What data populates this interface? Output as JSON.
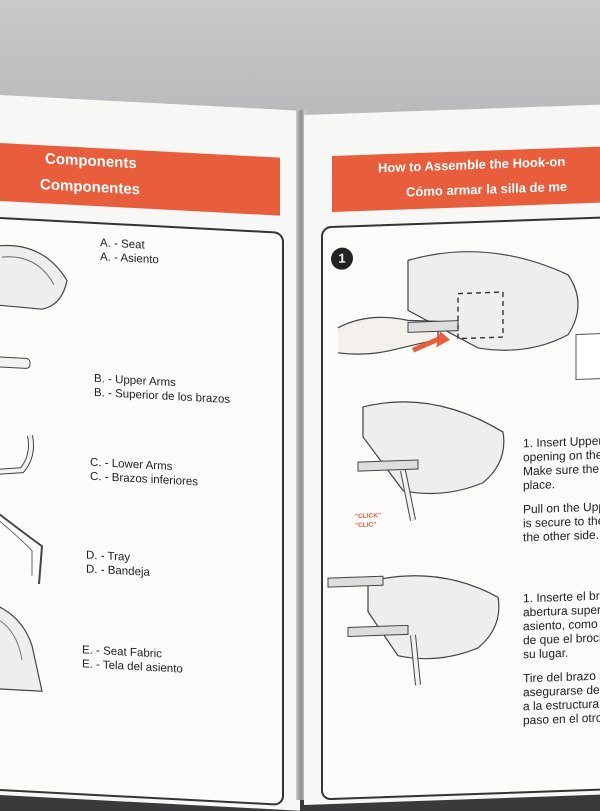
{
  "components": {
    "title_en": "Components",
    "title_es": "Componentes",
    "items": [
      {
        "en": "A. - Seat",
        "es": "A. - Asiento"
      },
      {
        "en": "B. - Upper Arms",
        "es": "B. - Superior de los brazos"
      },
      {
        "en": "C. - Lower Arms",
        "es": "C. - Brazos inferiores"
      },
      {
        "en": "D. - Tray",
        "es": "D. - Bandeja"
      },
      {
        "en": "E. - Seat Fabric",
        "es": "E. - Tela del asiento"
      }
    ]
  },
  "assembly": {
    "title_en": "How to Assemble the Hook-on",
    "title_es": "Cómo armar la silla de me",
    "step_number": "1",
    "click_en": "\"CLICK\"",
    "click_es": "\"CLIC\"",
    "instructions_en": [
      "1. Insert Upper",
      "opening on the",
      "Make sure the",
      "place.",
      "",
      "Pull on the Upp",
      "is secure to the",
      "the other side."
    ],
    "instructions_es": [
      "1. Inserte el bra",
      "abertura super",
      "asiento, como",
      "de que el broch",
      "su lugar.",
      "",
      "Tire del brazo s",
      "asegurarse de",
      "a la estructura",
      "paso en el otro"
    ]
  }
}
